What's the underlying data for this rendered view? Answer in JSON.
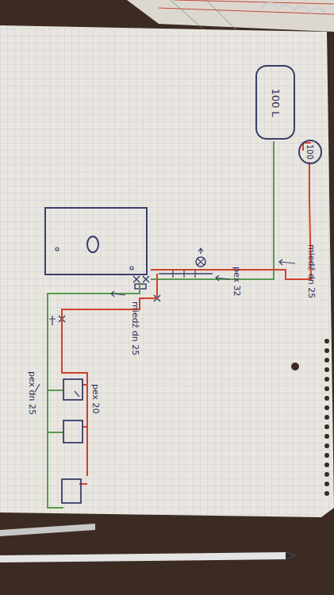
{
  "diagram": {
    "nodes": [
      {
        "text": [
          "100 L"
        ]
      },
      {
        "text": [
          "100"
        ]
      }
    ],
    "labels": [
      "miedź dn 25",
      "pex 32",
      "miedź dn 25",
      "pex 20",
      "pex dn 25"
    ]
  }
}
